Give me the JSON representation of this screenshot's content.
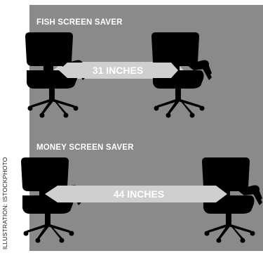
{
  "credit": "ILLUSTRATION: ISTOCKPHOTO",
  "sections": [
    {
      "title": "FISH SCREEN SAVER",
      "distance": "31 INCHES"
    },
    {
      "title": "MONEY SCREEN SAVER",
      "distance": "44 INCHES"
    }
  ],
  "colors": {
    "panel": "#8a8a8a",
    "arrow": "#cfcfcf",
    "chair": "#000000",
    "text": "#ffffff"
  }
}
